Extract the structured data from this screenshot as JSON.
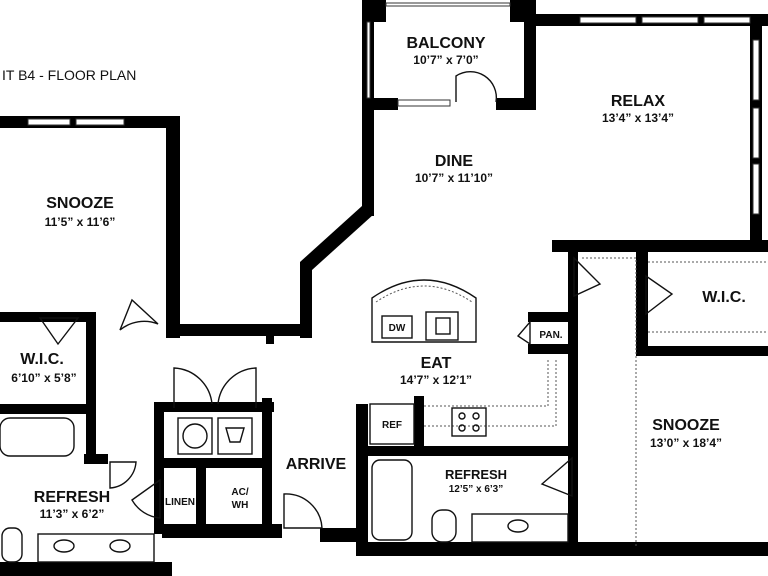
{
  "plan_title": "IT B4 - FLOOR PLAN",
  "rooms": {
    "balcony": {
      "name": "BALCONY",
      "dims": "10’7” x 7’0”"
    },
    "relax": {
      "name": "RELAX",
      "dims": "13’4” x 13’4”"
    },
    "dine": {
      "name": "DINE",
      "dims": "10’7” x 11’10”"
    },
    "snooze_left": {
      "name": "SNOOZE",
      "dims": "11’5” x 11’6”"
    },
    "wic_left": {
      "name": "W.I.C.",
      "dims": "6’10” x 5’8”"
    },
    "eat": {
      "name": "EAT",
      "dims": "14’7” x 12’1”"
    },
    "arrive": {
      "name": "ARRIVE"
    },
    "refresh_left": {
      "name": "REFRESH",
      "dims": "11’3” x 6’2”"
    },
    "refresh_right": {
      "name": "REFRESH",
      "dims": "12’5” x 6’3”"
    },
    "snooze_right": {
      "name": "SNOOZE",
      "dims": "13’0” x 18’4”"
    },
    "wic_right": {
      "name": "W.I.C."
    }
  },
  "fixtures": {
    "dw": "DW",
    "ref": "REF",
    "pan": "PAN.",
    "linen": "LINEN",
    "acwh_line1": "AC/",
    "acwh_line2": "WH"
  }
}
